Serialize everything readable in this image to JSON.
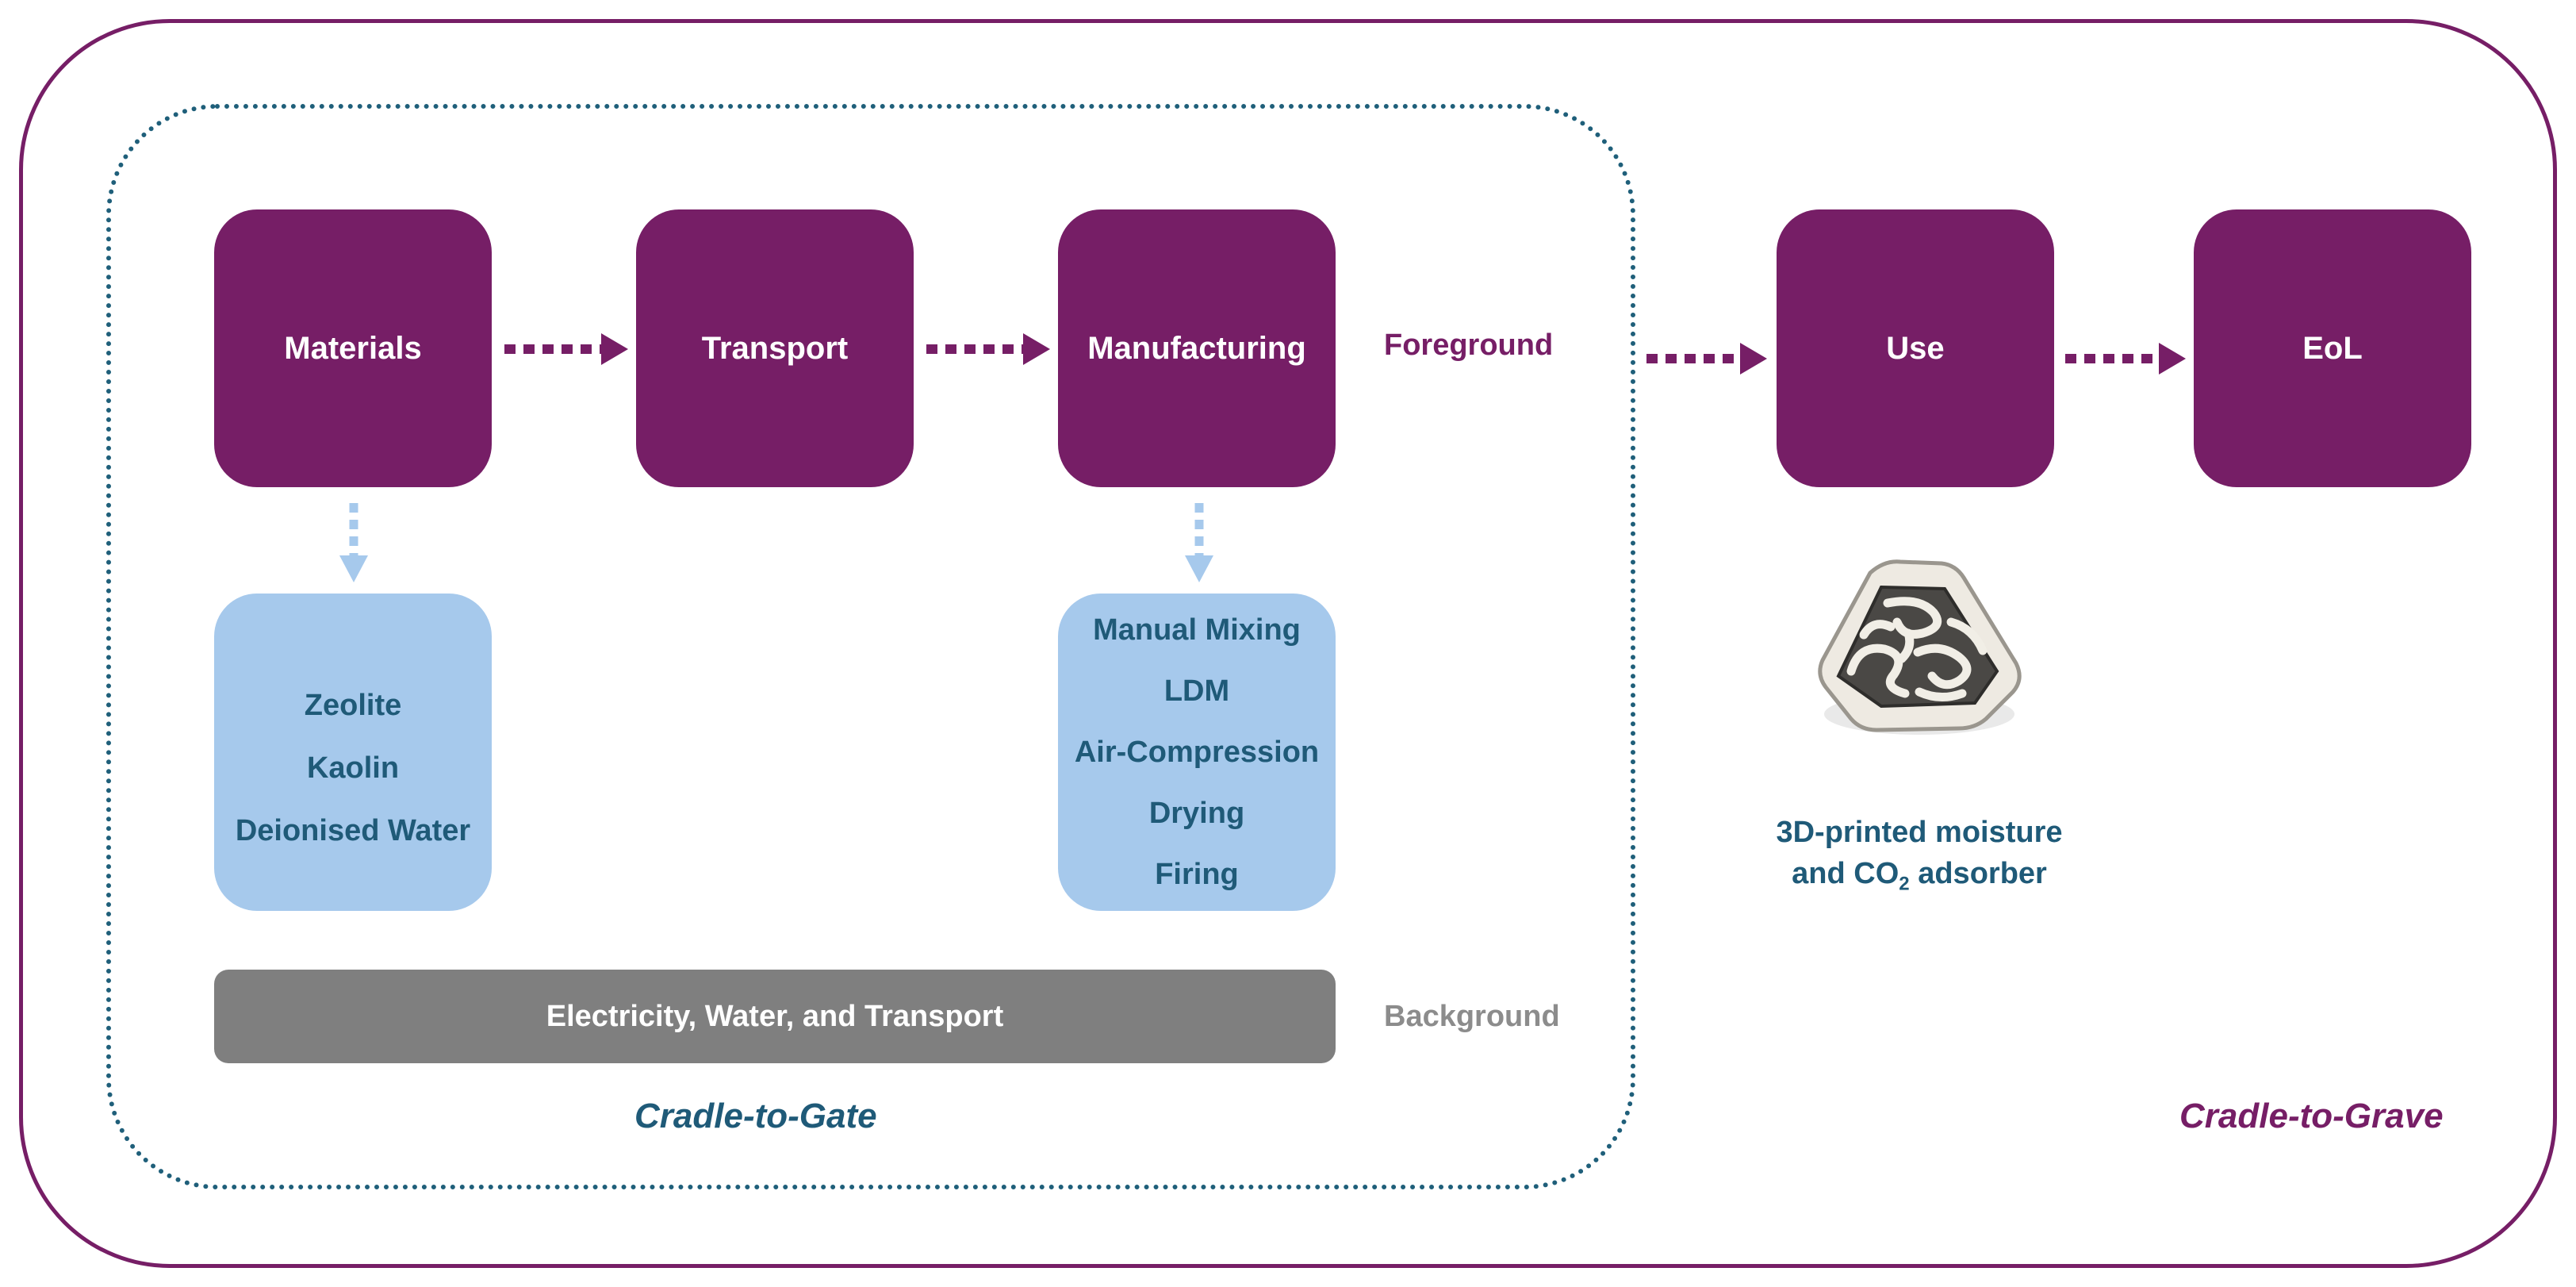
{
  "boundaries": {
    "cradle_to_gate": "Cradle-to-Gate",
    "cradle_to_grave": "Cradle-to-Grave"
  },
  "stages": {
    "materials": "Materials",
    "transport": "Transport",
    "manufacturing": "Manufacturing",
    "use": "Use",
    "eol": "EoL"
  },
  "labels": {
    "foreground": "Foreground",
    "background": "Background"
  },
  "materials_inputs": [
    "Zeolite",
    "Kaolin",
    "Deionised Water"
  ],
  "manufacturing_steps": [
    "Manual Mixing",
    "LDM",
    "Air-Compression",
    "Drying",
    "Firing"
  ],
  "background_bar": "Electricity, Water, and Transport",
  "product": {
    "line1": "3D-printed moisture",
    "line2_prefix": "and CO",
    "line2_sub": "2",
    "line2_suffix": " adsorber"
  },
  "colors": {
    "foreground_purple": "#761e66",
    "background_blue": "#a6c9ec",
    "text_blue": "#1f5a78",
    "background_gray": "#7f7f7f"
  }
}
